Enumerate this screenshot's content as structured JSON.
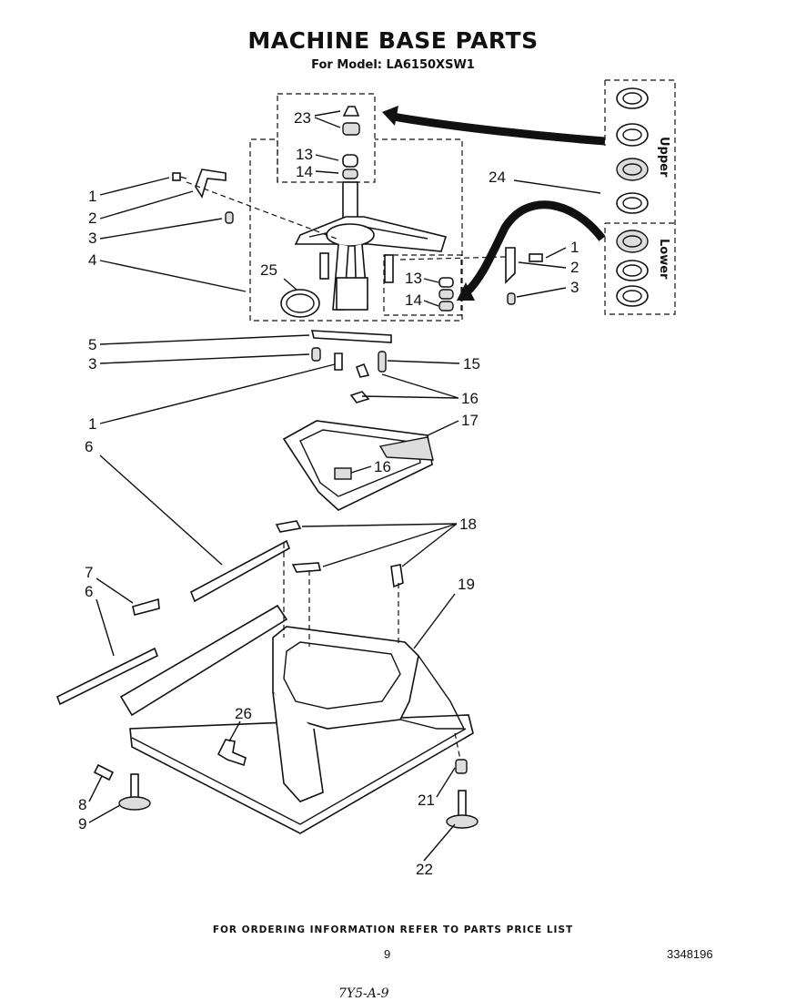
{
  "title": "MACHINE BASE PARTS",
  "subtitle": "For Model: LA6150XSW1",
  "footer_text": "FOR ORDERING INFORMATION REFER TO PARTS PRICE LIST",
  "page_number": "9",
  "document_number": "3348196",
  "handwritten_note": "7Y5-A-9",
  "inset_labels": {
    "upper": "Upper",
    "lower": "Lower"
  },
  "callouts": {
    "c23": "23",
    "c13a": "13",
    "c14a": "14",
    "c1a": "1",
    "c2a": "2",
    "c3a": "3",
    "c4": "4",
    "c25": "25",
    "c24": "24",
    "c13b": "13",
    "c14b": "14",
    "c1b": "1",
    "c2b": "2",
    "c3b": "3",
    "c5": "5",
    "c3c": "3",
    "c15": "15",
    "c1c": "1",
    "c16a": "16",
    "c6a": "6",
    "c17": "17",
    "c16b": "16",
    "c18": "18",
    "c7": "7",
    "c6b": "6",
    "c19": "19",
    "c26": "26",
    "c8": "8",
    "c9": "9",
    "c21": "21",
    "c22": "22"
  }
}
